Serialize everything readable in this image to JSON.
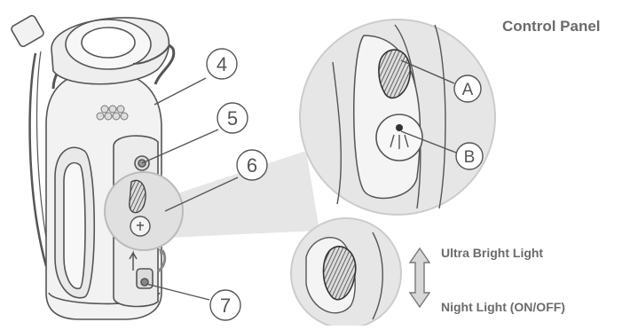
{
  "title": "Control Panel",
  "callouts": {
    "c4": "4",
    "c5": "5",
    "c6": "6",
    "c7": "7",
    "cA": "A",
    "cB": "B"
  },
  "brightness": {
    "up_label": "Ultra Bright Light",
    "down_label": "Night Light (ON/OFF)"
  },
  "colors": {
    "outline": "#555555",
    "panel_fill": "#e6e6e6",
    "device_fill": "#f2f2f2",
    "text": "#6b6b6b"
  }
}
